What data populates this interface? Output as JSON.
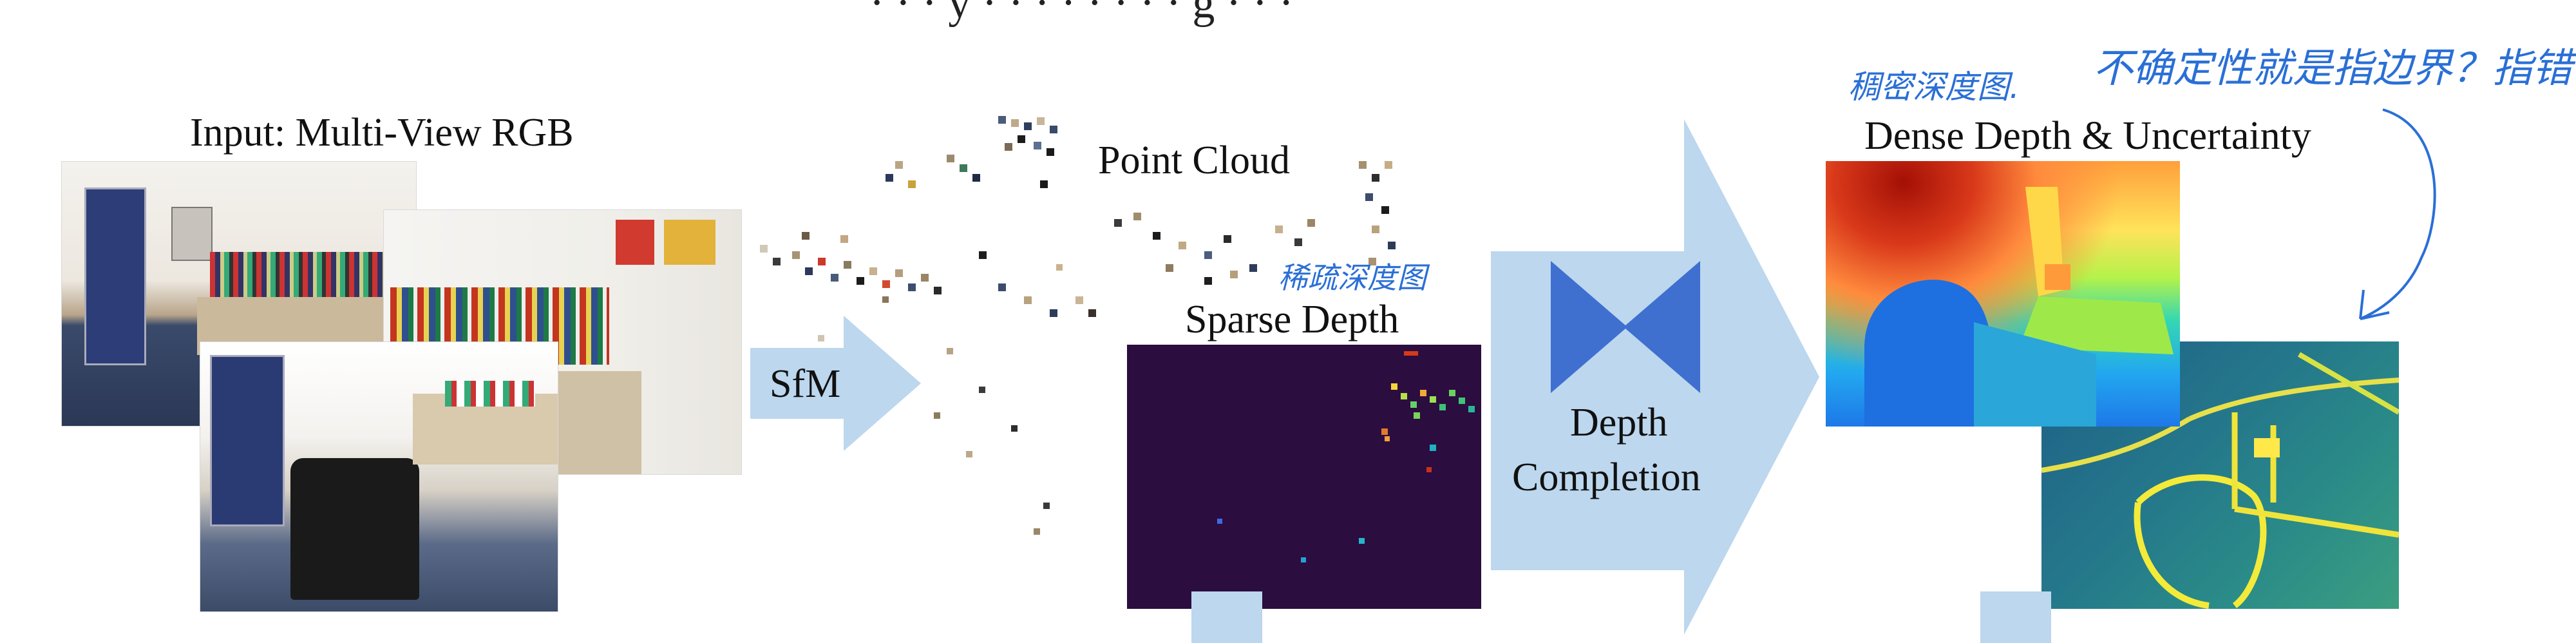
{
  "header": {
    "title_fragment": "· · · y · · · · · · · · g · · ·"
  },
  "input": {
    "label": "Input: Multi-View RGB"
  },
  "sfm_arrow": {
    "label": "SfM"
  },
  "point_cloud": {
    "label": "Point Cloud"
  },
  "sparse": {
    "label": "Sparse Depth",
    "annotation": "稀疏深度图"
  },
  "completion": {
    "label_line1": "Depth",
    "label_line2": "Completion"
  },
  "dense": {
    "label": "Dense Depth & Uncertainty",
    "annotation_left": "稠密深度图.",
    "annotation_right": "不确定性就是指边界？指错？"
  },
  "colors": {
    "arrow_fill": "#bcd7ee",
    "network_fill": "#3f6fcf",
    "annotation": "#2a6fd6",
    "sparse_bg": "#2b0d3f"
  }
}
